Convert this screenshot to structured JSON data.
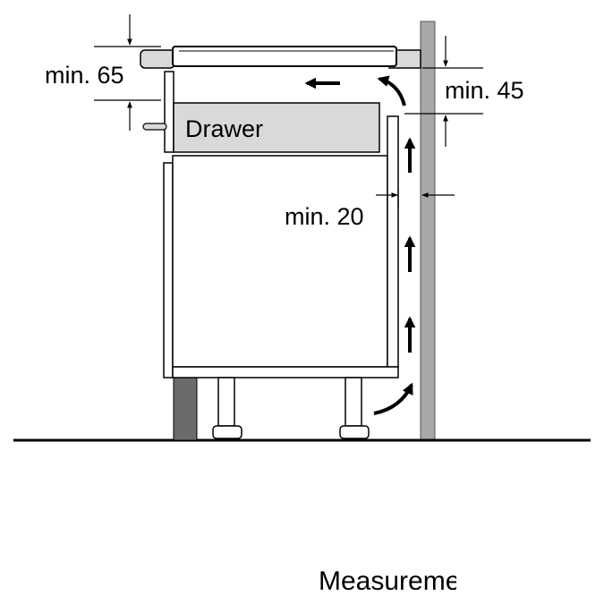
{
  "labels": {
    "min_65": "min. 65",
    "min_45": "min. 45",
    "min_20": "min. 20",
    "drawer": "Drawer"
  },
  "caption": "Measureme",
  "colors": {
    "wall": "#a8a8a8",
    "drawer_fill": "#d9d9d9",
    "worktop": "#d9d9d9",
    "plinth": "#6b6b6b",
    "line": "#000000"
  },
  "icons": {
    "airflow_arrow": "arrow-up-icon",
    "airflow_curve": "curved-arrow-icon"
  }
}
